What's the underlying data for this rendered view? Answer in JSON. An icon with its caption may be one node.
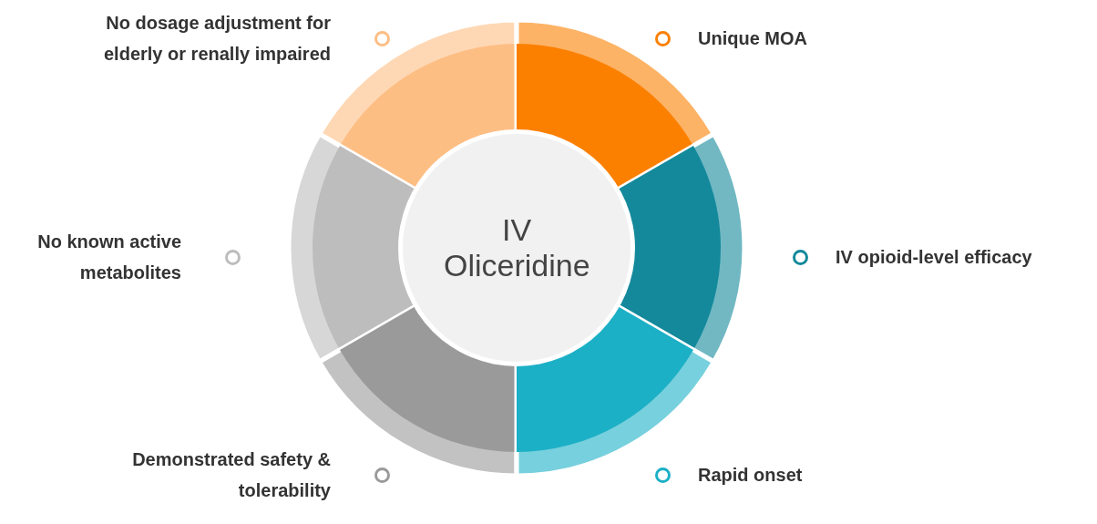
{
  "diagram": {
    "nodes": [
      {
        "text": [
          "IV Oliceridine"
        ]
      }
    ],
    "edges": [],
    "legend": [
      {
        "text": "No dosage adjustment for elderly or renally impaired",
        "color": "#fdbe84"
      },
      {
        "text": "Unique MOA",
        "color": "#fc8000"
      },
      {
        "text": "No known active metabolites",
        "color": "#bdbdbd"
      },
      {
        "text": "IV opioid-level efficacy",
        "color": "#13899b"
      },
      {
        "text": "Demonstrated safety & tolerability",
        "color": "#9a9a9a"
      },
      {
        "text": "Rapid onset",
        "color": "#1cb0c6"
      }
    ]
  }
}
